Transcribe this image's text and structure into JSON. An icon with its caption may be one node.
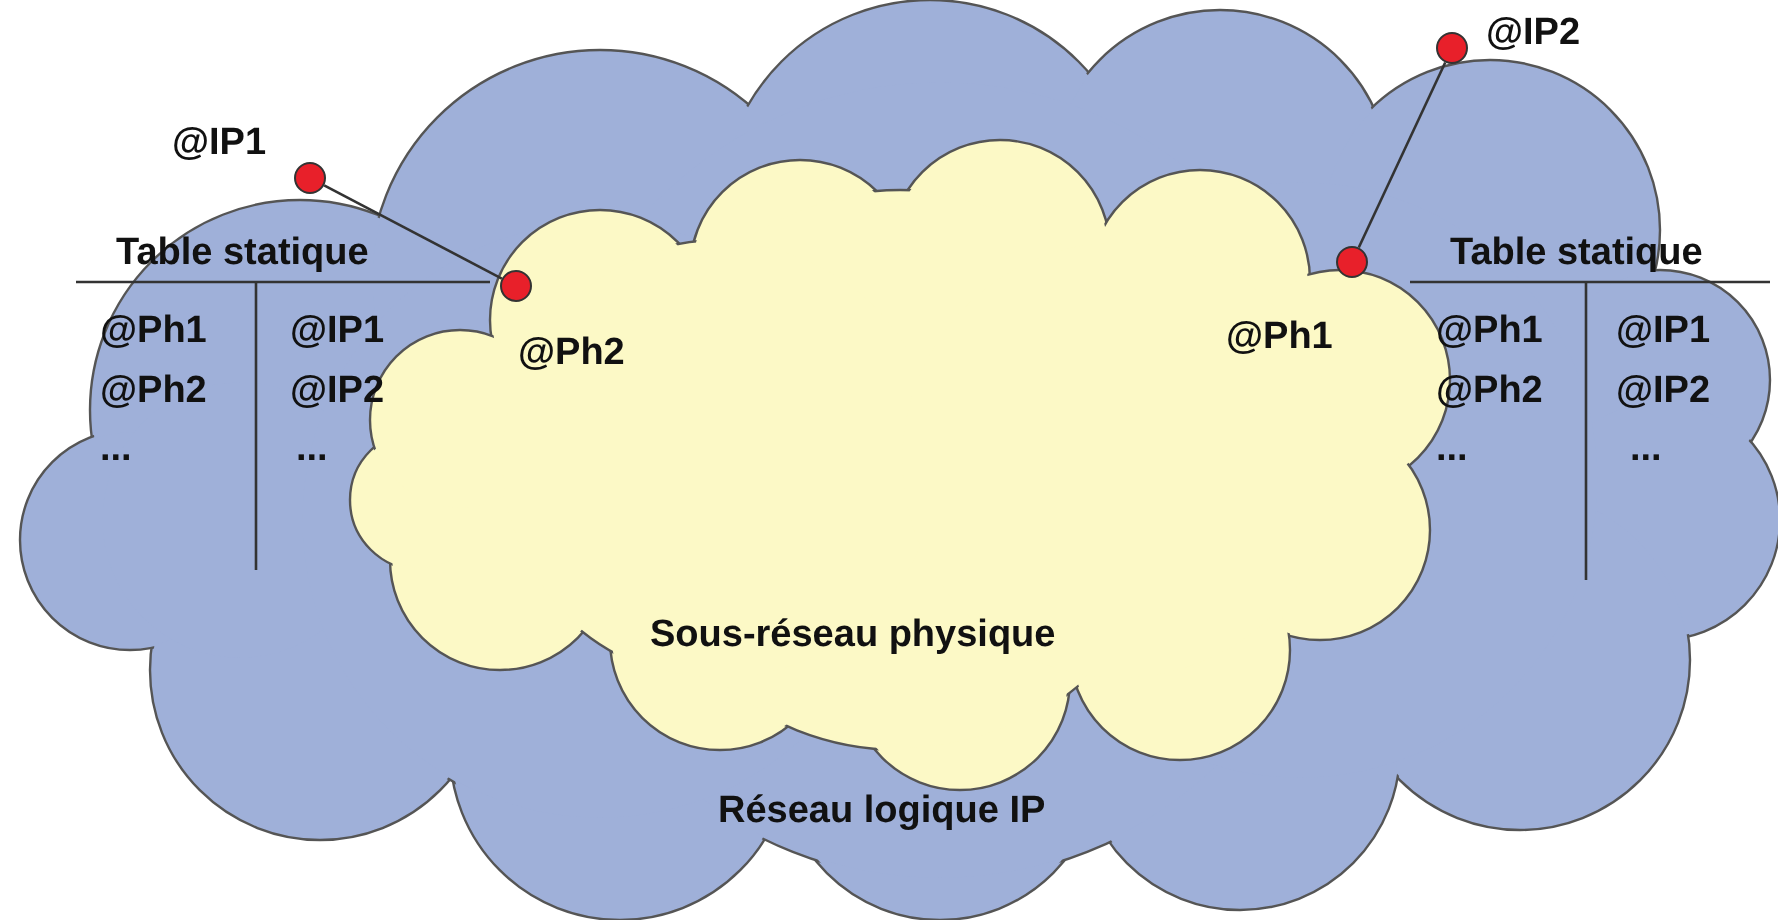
{
  "diagram": {
    "nodes": [
      {
        "text": [
          "Réseau logique IP"
        ]
      },
      {
        "text": [
          "Sous-réseau physique"
        ],
        "in": 0
      },
      {
        "text": [],
        "shape": "circle",
        "beside": [
          "@IP1"
        ],
        "in": 0
      },
      {
        "text": [],
        "shape": "circle",
        "beside": [
          "@Ph2"
        ],
        "in": 1
      },
      {
        "text": [],
        "shape": "circle",
        "beside": [
          "@Ph1"
        ],
        "in": 1
      },
      {
        "text": [],
        "shape": "circle",
        "beside": [
          "@IP2"
        ],
        "in": 0
      }
    ],
    "edges": [
      {
        "from": 2,
        "to": 3,
        "arrow": "none"
      },
      {
        "from": 4,
        "to": 5,
        "arrow": "none"
      }
    ],
    "labels": [
      "Table statique",
      "@Ph1",
      "@IP1",
      "@Ph2",
      "@IP2",
      "...",
      "...",
      "Table statique",
      "@Ph1",
      "@IP1",
      "@Ph2",
      "@IP2",
      "...",
      "..."
    ]
  }
}
